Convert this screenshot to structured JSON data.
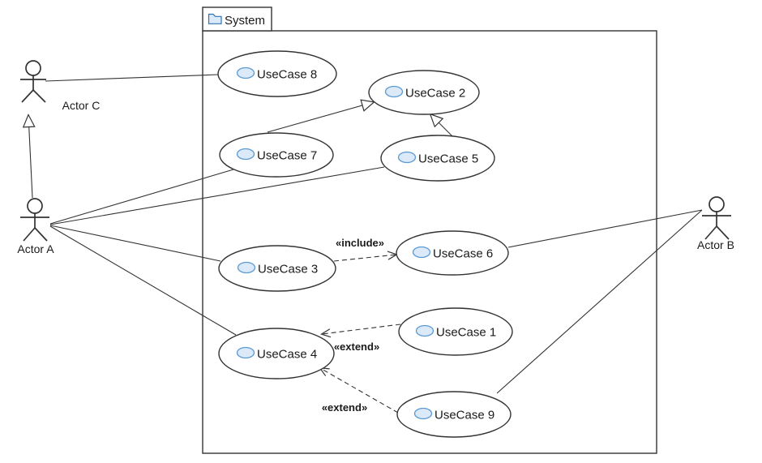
{
  "diagram_type": "UML use case diagram",
  "system": {
    "label": "System",
    "icon": "folder-icon"
  },
  "usecases": [
    {
      "label": "UseCase 1"
    },
    {
      "label": "UseCase 2"
    },
    {
      "label": "UseCase 3"
    },
    {
      "label": "UseCase 4"
    },
    {
      "label": "UseCase 5"
    },
    {
      "label": "UseCase 6"
    },
    {
      "label": "UseCase 7"
    },
    {
      "label": "UseCase 8"
    },
    {
      "label": "UseCase 9"
    }
  ],
  "actors": [
    {
      "label": "Actor A"
    },
    {
      "label": "Actor B"
    },
    {
      "label": "Actor C"
    }
  ],
  "connections": [
    {
      "from": "Actor C",
      "to": "UseCase 8",
      "type": "association"
    },
    {
      "from": "Actor A",
      "to": "Actor C",
      "type": "generalization"
    },
    {
      "from": "Actor A",
      "to": "UseCase 7",
      "type": "association"
    },
    {
      "from": "Actor A",
      "to": "UseCase 5",
      "type": "association"
    },
    {
      "from": "Actor A",
      "to": "UseCase 3",
      "type": "association"
    },
    {
      "from": "Actor A",
      "to": "UseCase 4",
      "type": "association"
    },
    {
      "from": "UseCase 7",
      "to": "UseCase 2",
      "type": "generalization"
    },
    {
      "from": "UseCase 5",
      "to": "UseCase 2",
      "type": "generalization"
    },
    {
      "from": "UseCase 3",
      "to": "UseCase 6",
      "type": "include",
      "label": "«include»"
    },
    {
      "from": "UseCase 1",
      "to": "UseCase 4",
      "type": "extend",
      "label": "«extend»"
    },
    {
      "from": "UseCase 9",
      "to": "UseCase 4",
      "type": "extend",
      "label": "«extend»"
    },
    {
      "from": "UseCase 6",
      "to": "Actor B",
      "type": "association"
    },
    {
      "from": "Actor B",
      "to": "UseCase 9",
      "type": "association"
    }
  ],
  "colors": {
    "stroke": "#333333",
    "text": "#1a1a1a",
    "icon_stroke": "#5b9bd5",
    "icon_fill": "#dce9f8",
    "background": "#ffffff"
  }
}
